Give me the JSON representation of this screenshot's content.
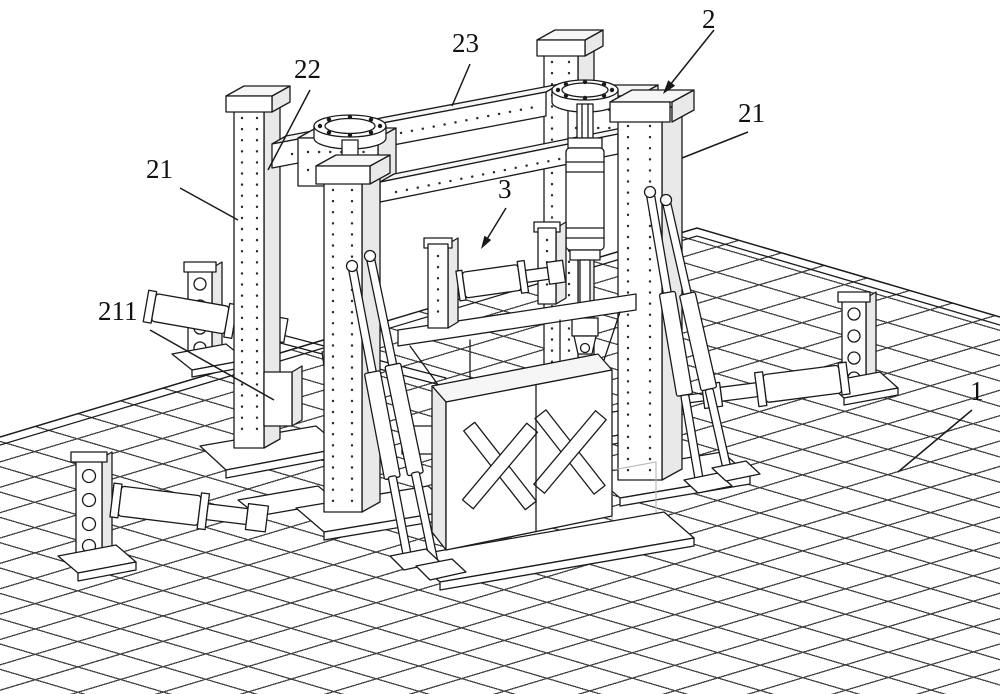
{
  "figure": {
    "colors": {
      "line": "#1a1a1a",
      "background": "#ffffff",
      "grid_line": "#454545"
    }
  },
  "labels": {
    "part_1": "1",
    "part_2": "2",
    "part_3": "3",
    "part_21_left": "21",
    "part_21_right": "21",
    "part_22": "22",
    "part_23": "23",
    "part_211": "211"
  }
}
